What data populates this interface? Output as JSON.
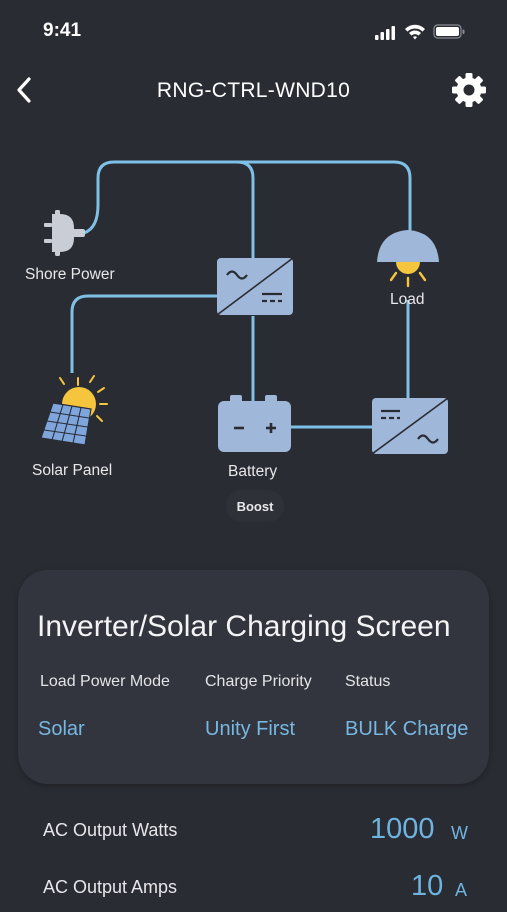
{
  "status_bar": {
    "time": "9:41"
  },
  "nav": {
    "title": "RNG-CTRL-WND10"
  },
  "diagram": {
    "shore_power_label": "Shore Power",
    "load_label": "Load",
    "solar_panel_label": "Solar Panel",
    "battery_label": "Battery",
    "battery_mode": "Boost",
    "colors": {
      "line": "#7ec0e6",
      "device": "#9fb7d8",
      "sun": "#f4c53d"
    }
  },
  "card": {
    "title": "Inverter/Solar Charging Screen",
    "columns": [
      {
        "label": "Load Power Mode",
        "value": "Solar"
      },
      {
        "label": "Charge Priority",
        "value": "Unity First"
      },
      {
        "label": "Status",
        "value": "BULK Charge"
      }
    ]
  },
  "stats": [
    {
      "label": "AC Output Watts",
      "value": "1000",
      "unit": "W"
    },
    {
      "label": "AC Output Amps",
      "value": "10",
      "unit": "A"
    }
  ]
}
